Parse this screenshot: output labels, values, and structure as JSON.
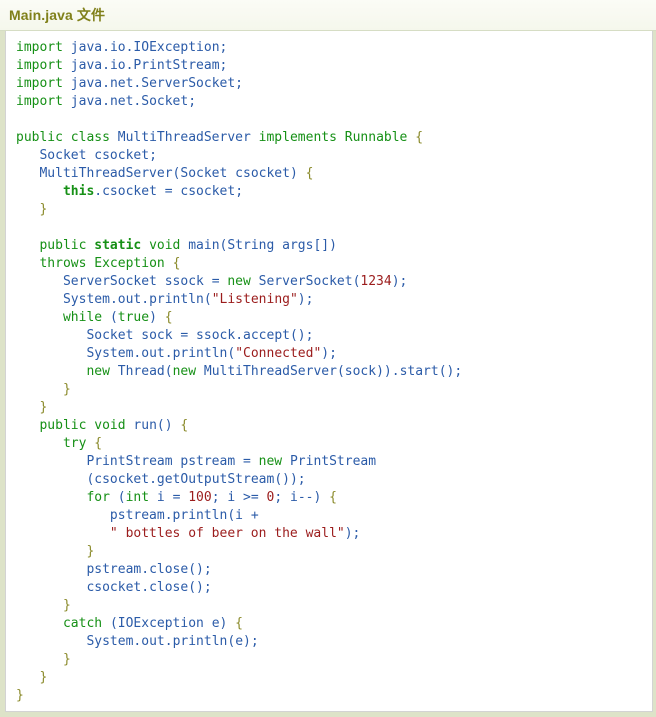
{
  "header": {
    "title": "Main.java 文件",
    "title_color": "#80801a",
    "background": "#f7f8f2"
  },
  "theme": {
    "page_background": "#dde3c8",
    "panel_background": "#ffffff",
    "panel_border": "#d3d3d3",
    "keyword_color": "#169016",
    "identifier_color": "#2b5ba8",
    "string_color": "#9b1c1c",
    "number_color": "#9b1c1c",
    "brace_color": "#8a8a2a"
  },
  "code": {
    "language": "java",
    "filename": "Main.java",
    "line_count": 38,
    "text": "import java.io.IOException;\nimport java.io.PrintStream;\nimport java.net.ServerSocket;\nimport java.net.Socket;\n\npublic class MultiThreadServer implements Runnable {\n   Socket csocket;\n   MultiThreadServer(Socket csocket) {\n      this.csocket = csocket;\n   }\n\n   public static void main(String args[])\n   throws Exception {\n      ServerSocket ssock = new ServerSocket(1234);\n      System.out.println(\"Listening\");\n      while (true) {\n         Socket sock = ssock.accept();\n         System.out.println(\"Connected\");\n         new Thread(new MultiThreadServer(sock)).start();\n      }\n   }\n   public void run() {\n      try {\n         PrintStream pstream = new PrintStream\n         (csocket.getOutputStream());\n         for (int i = 100; i >= 0; i--) {\n            pstream.println(i +\n            \" bottles of beer on the wall\");\n         }\n         pstream.close();\n         csocket.close();\n      }\n      catch (IOException e) {\n         System.out.println(e);\n      }\n   }\n}",
    "lines": [
      "import java.io.IOException;",
      "import java.io.PrintStream;",
      "import java.net.ServerSocket;",
      "import java.net.Socket;",
      "",
      "public class MultiThreadServer implements Runnable {",
      "   Socket csocket;",
      "   MultiThreadServer(Socket csocket) {",
      "      this.csocket = csocket;",
      "   }",
      "",
      "   public static void main(String args[])",
      "   throws Exception {",
      "      ServerSocket ssock = new ServerSocket(1234);",
      "      System.out.println(\"Listening\");",
      "      while (true) {",
      "         Socket sock = ssock.accept();",
      "         System.out.println(\"Connected\");",
      "         new Thread(new MultiThreadServer(sock)).start();",
      "      }",
      "   }",
      "   public void run() {",
      "      try {",
      "         PrintStream pstream = new PrintStream",
      "         (csocket.getOutputStream());",
      "         for (int i = 100; i >= 0; i--) {",
      "            pstream.println(i +",
      "            \" bottles of beer on the wall\");",
      "         }",
      "         pstream.close();",
      "         csocket.close();",
      "      }",
      "      catch (IOException e) {",
      "         System.out.println(e);",
      "      }",
      "   }",
      "}"
    ],
    "strings": [
      "\"Listening\"",
      "\"Connected\"",
      "\" bottles of beer on the wall\""
    ],
    "numbers": [
      "1234",
      "100",
      "0"
    ],
    "keywords": [
      "import",
      "public",
      "class",
      "implements",
      "this",
      "static",
      "void",
      "throws",
      "new",
      "while",
      "true",
      "try",
      "for",
      "int",
      "catch"
    ],
    "types": [
      "IOException",
      "PrintStream",
      "ServerSocket",
      "Socket",
      "MultiThreadServer",
      "Runnable",
      "String",
      "Exception",
      "Thread",
      "System"
    ]
  }
}
